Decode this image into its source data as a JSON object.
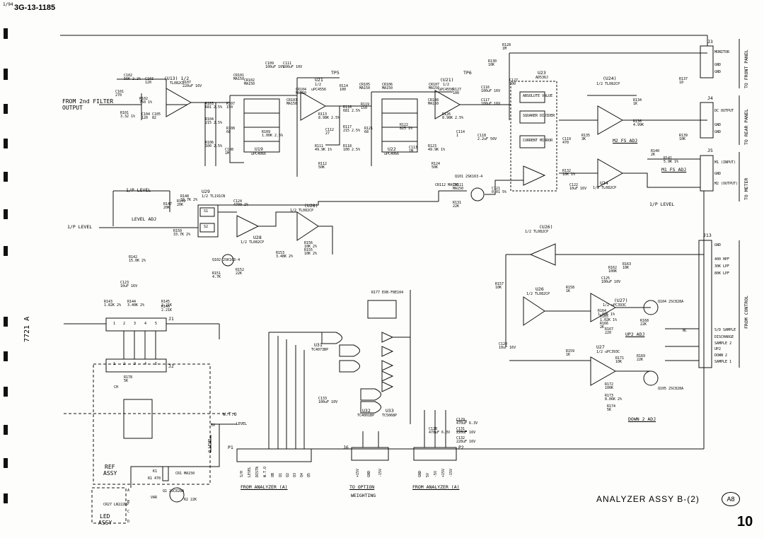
{
  "document": {
    "doc_number": "3G-13-1185",
    "doc_prefix": "1/94",
    "side_code": "7721 A",
    "title": "ANALYZER ASSY B-(2)",
    "badge": "A8",
    "page_number": "10"
  },
  "inputs": {
    "from_filter_line1": "FROM 2nd FILTER",
    "from_filter_line2": "OUTPUT",
    "ip_level_top": "1/P LEVEL",
    "ip_level_left": "1/P LEVEL",
    "level_adj": "LEVEL ADJ",
    "ip_level_right": "1/P LEVEL"
  },
  "ics": {
    "u13": [
      "(U13) 1/2",
      "TL082CP"
    ],
    "u21": [
      "U21",
      "1/2",
      "uPC4556"
    ],
    "u21b": [
      "(U21)",
      "1/2",
      "uPC4556"
    ],
    "u23": [
      "U23",
      "AD536J"
    ],
    "u24a": [
      "(U24)",
      "1/2 TL082CP"
    ],
    "u24b": [
      "U24",
      "1/2 TL082CP"
    ],
    "u19": [
      "U19",
      "uPC4066"
    ],
    "u22": [
      "U22",
      "uPC4066"
    ],
    "u29": [
      "U29",
      "1/2 TL191CN"
    ],
    "u28a": [
      "(U28)",
      "1/2 TL082CP"
    ],
    "u28b": [
      "U28",
      "1/2 TL082CP"
    ],
    "u26a": [
      "(U26)",
      "1/2 TL082CP"
    ],
    "u26b": [
      "U26",
      "1/2 TL082CP"
    ],
    "u27a": [
      "(U27)",
      "1/2 uPC393C"
    ],
    "u27b": [
      "U27",
      "1/2 uPC393C"
    ],
    "u31": [
      "U31",
      "TC4073BP"
    ],
    "u32": [
      "U32",
      "TC4001BP"
    ],
    "u33": [
      "U33",
      "TC5068P"
    ]
  },
  "u23_blocks": [
    "ABSOLUTE VALUE",
    "SQUARER DIVIDER",
    "CURRENT MIRROR"
  ],
  "connectors": {
    "j3": {
      "name": "J3",
      "pins": [
        "MONITOR",
        "GND",
        "GND"
      ],
      "group": "TO FRONT PANEL"
    },
    "j4": {
      "name": "J4",
      "pins": [
        "DC OUTPUT",
        "GND",
        "GND"
      ],
      "group": "TO REAR PANEL"
    },
    "j5": {
      "name": "J5",
      "pins": [
        "M1 (INPUT)",
        "GND",
        "M2 (OUTPUT)"
      ],
      "group": "TO METER"
    },
    "j13": {
      "name": "J13",
      "pins": [
        "GND",
        "400 HPF",
        "30K LPF",
        "80K LPF",
        "S/D SAMPLE",
        "DISCHARGE",
        "SAMPLE 2",
        "UP2",
        "DOWN 2",
        "SAMPLE 1"
      ],
      "group": "FROM CONTROL"
    },
    "j1": {
      "name": "J1",
      "pins": [
        "1",
        "2",
        "3",
        "4",
        "5"
      ]
    },
    "j2": {
      "name": "J2",
      "pins": [
        "1",
        "2",
        "3",
        "4",
        "5"
      ]
    },
    "p1": {
      "name": "P1",
      "pins": [
        "S/H",
        "LEVEL",
        "DISTN",
        "W.T.O",
        "OB",
        "Q1",
        "Q2",
        "Q3",
        "Q4",
        "Q5"
      ],
      "caption": "FROM ANALYZER (A)"
    },
    "j6": {
      "name": "J6",
      "pins": [
        "+15V",
        "GND",
        "-15V"
      ],
      "caption": "TO OPTION",
      "caption2": "WEIGHTING"
    },
    "p2": {
      "name": "P2",
      "pins": [
        "GND",
        "5V",
        "-5V",
        "+15V",
        "-15V"
      ],
      "caption": "FROM ANALYZER (A)"
    }
  },
  "adjustments": {
    "m2_fs": "M2 FS ADJ",
    "m1_fs": "M1 FS ADJ",
    "up2": "UP2 ADJ",
    "down2": "DOWN 2 ADJ"
  },
  "assemblies": {
    "ref": [
      "REF",
      "ASSY"
    ],
    "led": [
      "LED",
      "ASSY"
    ]
  },
  "misc_labels": {
    "tp5": "TP5",
    "tp6": "TP6",
    "wto": "W.T.O",
    "level": "LEVEL",
    "olevel": "O.LEVEL",
    "plus5v": "5V",
    "nc": "NC",
    "cr12": "CR112 MA150",
    "q101": "Q101 2SK163-4",
    "q102": "Q102 2SK163-4",
    "q104": "Q104 2SC828A",
    "q105": "Q105 2SC828A",
    "q1": "Q1 2SC828A",
    "cr1": "CR1 MA150",
    "led": "CR27 LN222RP",
    "k1": "K1",
    "r2": "R2 22K",
    "ch": "CH",
    "v_a": "VAR",
    "r1": "R1 470",
    "s1": "S1",
    "s2": "S2",
    "r177": "R177 EXB-F8E104",
    "a_pin": "A",
    "b_pin": "B",
    "c_pin": "C",
    "d_pin": "D"
  },
  "components": [
    [
      "C102",
      "56K 2.2%"
    ],
    [
      "C103",
      "120"
    ],
    [
      "C101",
      "270"
    ],
    [
      "R102",
      "750 1%"
    ],
    [
      "R101",
      "3.32 1%"
    ],
    [
      "C104",
      "120"
    ],
    [
      "C105",
      "82"
    ],
    [
      "C107",
      "220uF 16V"
    ],
    [
      "R103",
      "681 2.5%"
    ],
    [
      "R104",
      "215 2.5%"
    ],
    [
      "R106",
      "100 2.5%"
    ],
    [
      "CR101",
      "MA150"
    ],
    [
      "CR102",
      "MA150"
    ],
    [
      "R107",
      "150"
    ],
    [
      "R108",
      "68"
    ],
    [
      "C108",
      "1M"
    ],
    [
      "R109",
      "1.00K 2.5%"
    ],
    [
      "CR103",
      "MA150"
    ],
    [
      "CR104",
      "MA150"
    ],
    [
      "R113",
      "8.98K 2.5%"
    ],
    [
      "C112",
      "27"
    ],
    [
      "R114",
      "100"
    ],
    [
      "R111",
      "49.9K 1%"
    ],
    [
      "R112",
      "50K"
    ],
    [
      "R118",
      "100 2.5%"
    ],
    [
      "R116",
      "681 2.5%"
    ],
    [
      "R117",
      "215 2.5%"
    ],
    [
      "R119",
      "150"
    ],
    [
      "R121",
      "68"
    ],
    [
      "CR105",
      "MA150"
    ],
    [
      "CR106",
      "MA150"
    ],
    [
      "C113",
      "1M"
    ],
    [
      "R122",
      "825 1%"
    ],
    [
      "CR107",
      "MA150"
    ],
    [
      "CR108",
      "MA150"
    ],
    [
      "R123",
      "49.9K 1%"
    ],
    [
      "R124",
      "50K"
    ],
    [
      "R126",
      "8.98K 2.5%"
    ],
    [
      "C114",
      "1"
    ],
    [
      "R127",
      "100"
    ],
    [
      "C116",
      "100uF 16V"
    ],
    [
      "C117",
      "100uF 16V"
    ],
    [
      "C118",
      "2.2uF 50V"
    ],
    [
      "R128",
      "1M"
    ],
    [
      "R130",
      "10K"
    ],
    [
      "C119",
      "470"
    ],
    [
      "R137",
      "10"
    ],
    [
      "R134",
      "1K"
    ],
    [
      "R136",
      "4.99K"
    ],
    [
      "R135",
      "3K"
    ],
    [
      "R139",
      "10K"
    ],
    [
      "R132",
      "10K 1%"
    ],
    [
      "C122",
      "10uF 16V"
    ],
    [
      "R141",
      "5.9K 1%"
    ],
    [
      "R140",
      "2K"
    ],
    [
      "CR111",
      "MA150"
    ],
    [
      "C121",
      "0.01 5%"
    ],
    [
      "R131",
      "22K"
    ],
    [
      "C124",
      "4700 2%"
    ],
    [
      "R149",
      "20K"
    ],
    [
      "R148",
      "33.7K 2%"
    ],
    [
      "R147",
      "20K"
    ],
    [
      "R150",
      "33.7K 2%"
    ],
    [
      "R152",
      "22K"
    ],
    [
      "R151",
      "4.7K"
    ],
    [
      "R153",
      "3.48K 2%"
    ],
    [
      "R156",
      "10K 2%"
    ],
    [
      "R155",
      "10K 2%"
    ],
    [
      "C123",
      "10uF 16V"
    ],
    [
      "R143",
      "1.82K 2%"
    ],
    [
      "R144",
      "3.40K 2%"
    ],
    [
      "R145",
      "2.21K"
    ],
    [
      "R142",
      "15.0K 2%"
    ],
    [
      "R146",
      "2.21K"
    ],
    [
      "R157",
      "10K"
    ],
    [
      "C120",
      "10uF 16V"
    ],
    [
      "R158",
      "1K"
    ],
    [
      "R159",
      "1K"
    ],
    [
      "R162",
      "100K"
    ],
    [
      "R163",
      "10K"
    ],
    [
      "C125",
      "100uF 10V"
    ],
    [
      "R164",
      "1.02K 1%"
    ],
    [
      "R165",
      "1.02K 1%"
    ],
    [
      "R166",
      "2K"
    ],
    [
      "R167",
      "220"
    ],
    [
      "R168",
      "22K"
    ],
    [
      "R169",
      "22K"
    ],
    [
      "R171",
      "10K"
    ],
    [
      "R172",
      "100K"
    ],
    [
      "R173",
      "8.06K 2%"
    ],
    [
      "R174",
      "5K"
    ],
    [
      "C133",
      "100uF 10V"
    ],
    [
      "C129",
      "470uF 6.3V"
    ],
    [
      "C131",
      "220uF 16V"
    ],
    [
      "C132",
      "220uF 16V"
    ],
    [
      "C128",
      "470uF 6.3V"
    ],
    [
      "R178",
      "5K"
    ],
    [
      "C109",
      "100uF 10V"
    ],
    [
      "C111",
      "100uF 10V"
    ],
    [
      "C127",
      "100"
    ]
  ]
}
